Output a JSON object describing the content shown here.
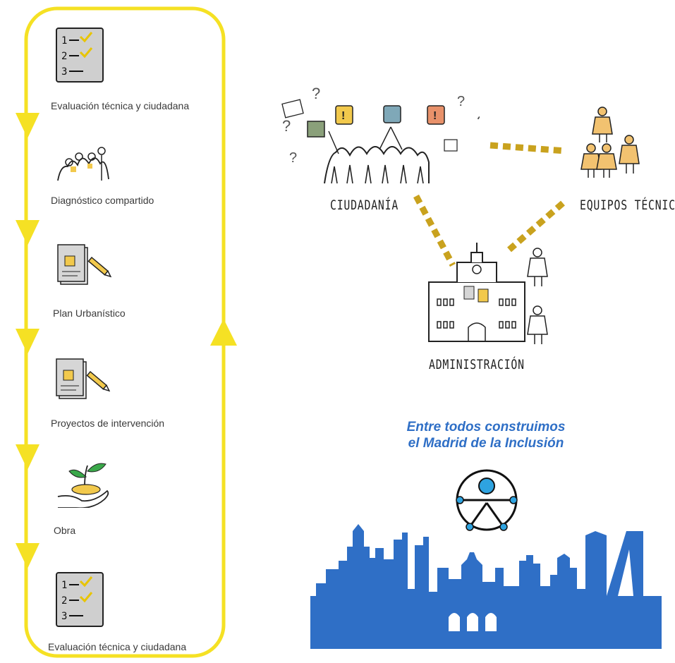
{
  "process": {
    "steps": [
      {
        "label": "Evaluación técnica y ciudadana",
        "icon": "checklist-icon"
      },
      {
        "label": "Diagnóstico compartido",
        "icon": "group-discussion-icon"
      },
      {
        "label": "Plan Urbanístico",
        "icon": "document-pencil-icon"
      },
      {
        "label": "Proyectos de intervención",
        "icon": "document-pencil-icon"
      },
      {
        "label": "Obra",
        "icon": "sprout-in-hand-icon"
      },
      {
        "label": "Evaluación técnica y ciudadana",
        "icon": "checklist-icon"
      }
    ],
    "checklist_numbers": [
      "1",
      "2",
      "3"
    ],
    "colors": {
      "loop": "#f5e124",
      "note": "#f2c94c",
      "icon_bg": "#cfcfcf"
    }
  },
  "actors": {
    "ciudadania": "CIUDADANÍA",
    "equipos": "EQUIPOS TÉCNICOS",
    "administracion": "ADMINISTRACIÓN",
    "connector_color": "#c9a21e",
    "figure_color": "#f2c270"
  },
  "banner": {
    "line1": "Entre todos construimos",
    "line2": "el Madrid de la Inclusión",
    "color": "#2f6fc6",
    "logo_icon": "accessibility-figure-icon",
    "skyline_icon": "madrid-skyline-icon"
  }
}
